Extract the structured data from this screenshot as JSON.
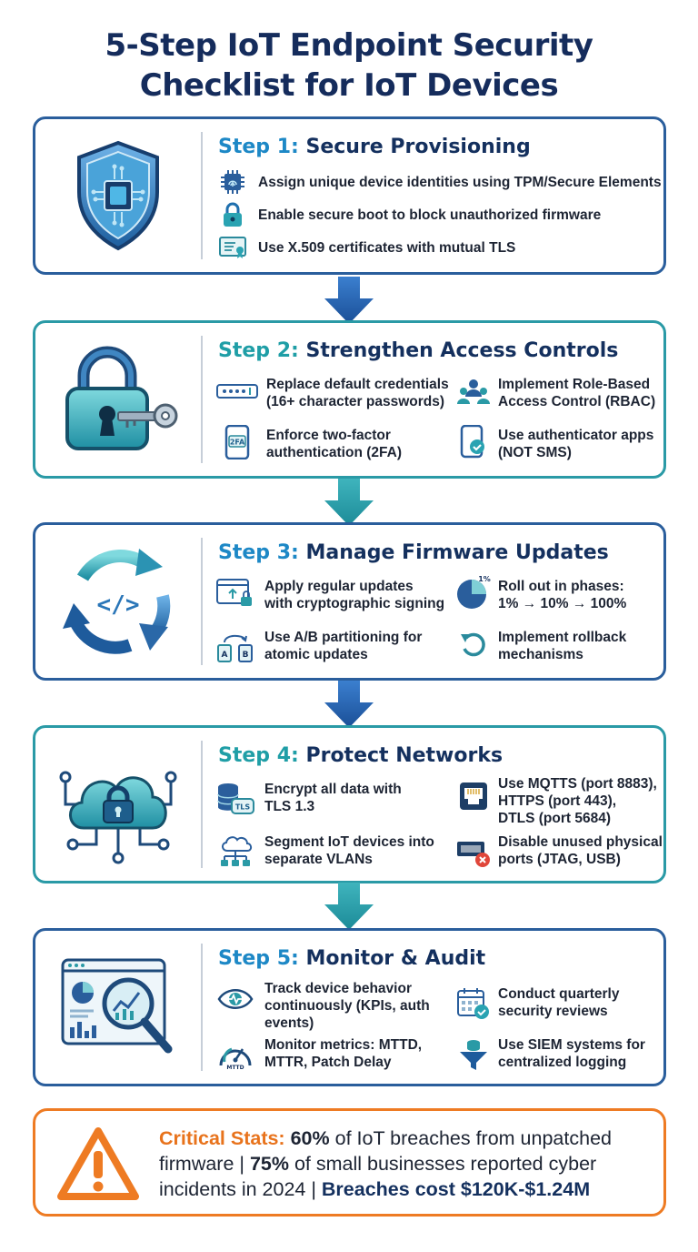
{
  "title_line1": "5-Step IoT Endpoint Security",
  "title_line2": "Checklist for IoT Devices",
  "colors": {
    "navy": "#152c5c",
    "blue": "#2a5e9c",
    "teal": "#2a9aa6",
    "orange": "#ee7b23"
  },
  "steps": [
    {
      "num": "Step 1:",
      "name": "Secure Provisioning",
      "icon": "shield-chip-icon",
      "items": [
        {
          "icon": "chip-fingerprint-icon",
          "text": "Assign unique device identities using TPM/Secure Elements"
        },
        {
          "icon": "padlock-icon",
          "text": "Enable secure boot to block unauthorized firmware"
        },
        {
          "icon": "certificate-icon",
          "text": "Use X.509 certificates with mutual TLS"
        }
      ]
    },
    {
      "num": "Step 2:",
      "name": "Strengthen Access Controls",
      "icon": "padlock-key-icon",
      "items": [
        {
          "icon": "password-field-icon",
          "l1": "Replace default credentials",
          "l2": "(16+ character passwords)"
        },
        {
          "icon": "users-group-icon",
          "l1": "Implement Role-Based",
          "l2": "Access Control (RBAC)"
        },
        {
          "icon": "phone-2fa-icon",
          "badge": "2FA",
          "l1": "Enforce two-factor",
          "l2": "authentication (2FA)"
        },
        {
          "icon": "phone-check-icon",
          "l1": "Use authenticator apps",
          "l2": "(NOT SMS)"
        }
      ]
    },
    {
      "num": "Step 3:",
      "name": "Manage Firmware Updates",
      "icon": "code-cycle-icon",
      "items": [
        {
          "icon": "browser-upload-lock-icon",
          "l1": "Apply regular updates",
          "l2": "with cryptographic signing"
        },
        {
          "icon": "pie-phase-icon",
          "badge": "1%",
          "l1": "Roll out in phases:",
          "l2": "1% → 10% → 100%"
        },
        {
          "icon": "ab-partition-icon",
          "badge_a": "A",
          "badge_b": "B",
          "l1": "Use A/B partitioning for",
          "l2": "atomic updates"
        },
        {
          "icon": "rollback-icon",
          "l1": "Implement rollback",
          "l2": "mechanisms"
        }
      ]
    },
    {
      "num": "Step 4:",
      "name": "Protect Networks",
      "icon": "cloud-lock-icon",
      "items": [
        {
          "icon": "database-tls-icon",
          "badge": "TLS",
          "l1": "Encrypt all data with",
          "l2": "TLS 1.3"
        },
        {
          "icon": "ethernet-port-icon",
          "l1": "Use MQTTS (port 8883),",
          "l2": "HTTPS (port 443),",
          "l3": "DTLS (port 5684)"
        },
        {
          "icon": "cloud-network-icon",
          "l1": "Segment IoT devices into",
          "l2": "separate VLANs"
        },
        {
          "icon": "usb-disabled-icon",
          "l1": "Disable unused physical",
          "l2": "ports (JTAG, USB)"
        }
      ]
    },
    {
      "num": "Step 5:",
      "name": "Monitor & Audit",
      "icon": "dashboard-magnifier-icon",
      "items": [
        {
          "icon": "eye-pulse-icon",
          "l1": "Track device behavior",
          "l2": "continuously (KPIs, auth",
          "l3": "events)"
        },
        {
          "icon": "calendar-check-icon",
          "l1": "Conduct quarterly",
          "l2": "security reviews"
        },
        {
          "icon": "gauge-icon",
          "badge": "MTTD",
          "l1": "Monitor metrics: MTTD,",
          "l2": "MTTR, Patch Delay"
        },
        {
          "icon": "funnel-database-icon",
          "l1": "Use SIEM systems for",
          "l2": "centralized logging"
        }
      ]
    }
  ],
  "stats": {
    "label": "Critical Stats:",
    "p1": "60%",
    "t1": " of IoT breaches from unpatched firmware | ",
    "p2": "75%",
    "t2": " of small businesses reported cyber incidents in 2024 | ",
    "t3": "Breaches cost $120K-$1.24M"
  }
}
